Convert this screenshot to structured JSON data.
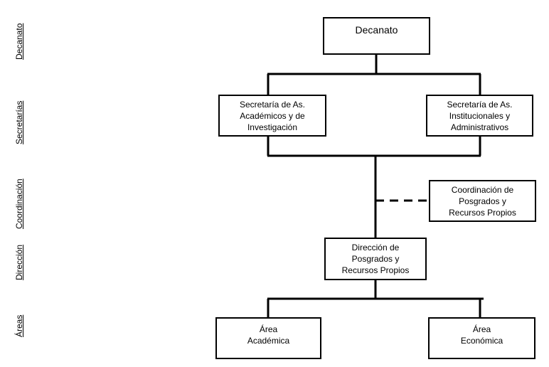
{
  "side_labels": {
    "decanato": "Decanato",
    "secretarias": "Secretarías",
    "coordinacion": "Coordinación",
    "direccion": "Dirección",
    "areas": "Áreas"
  },
  "nodes": {
    "decanato": "Decanato",
    "secretaria_academica": "Secretaría de As.\nAcadémicos y de\nInvestigación",
    "secretaria_institucional": "Secretaría de As.\nInstitucionales  y\nAdministrativos",
    "coordinacion": "Coordinación de\nPosgrados y\nRecursos Propios",
    "direccion": "Dirección de\nPosgrados y\nRecursos Propios",
    "area_academica": "Área\nAcadémica",
    "area_economica": "Área\nEconómica"
  }
}
